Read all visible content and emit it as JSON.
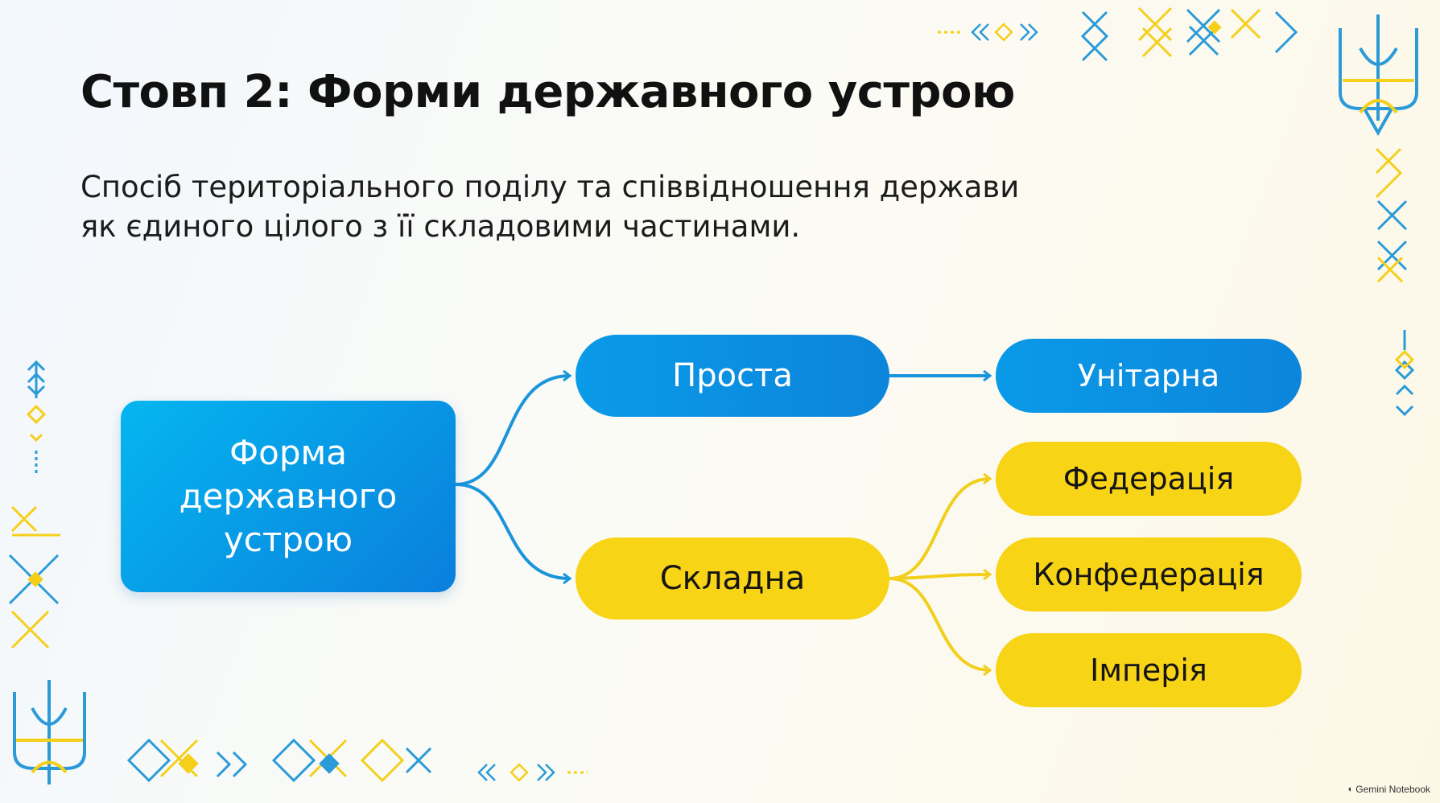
{
  "title": "Стовп 2: Форми державного устрою",
  "subtitle_line1": "Спосіб територіального поділу та співвідношення держави",
  "subtitle_line2": "як єдиного цілого з її складовими частинами.",
  "diagram": {
    "root": {
      "line1": "Форма",
      "line2": "державного",
      "line3": "устрою"
    },
    "level1": [
      {
        "label": "Проста",
        "color": "#0a8fe0"
      },
      {
        "label": "Складна",
        "color": "#f8d417"
      }
    ],
    "simple_children": [
      {
        "label": "Унітарна"
      }
    ],
    "complex_children": [
      {
        "label": "Федерація"
      },
      {
        "label": "Конфедерація"
      },
      {
        "label": "Імперія"
      }
    ],
    "connector_colors": {
      "blue": "#1a95dc",
      "yellow": "#f2cf1c"
    }
  },
  "decorations": {
    "icons": [
      "trident-icon",
      "embroidery-pattern-icon",
      "arrow-ornament-icon"
    ],
    "colors": {
      "blue": "#2a9bd8",
      "yellow": "#f5cf1a"
    }
  },
  "watermark": "Gemini Notebook"
}
